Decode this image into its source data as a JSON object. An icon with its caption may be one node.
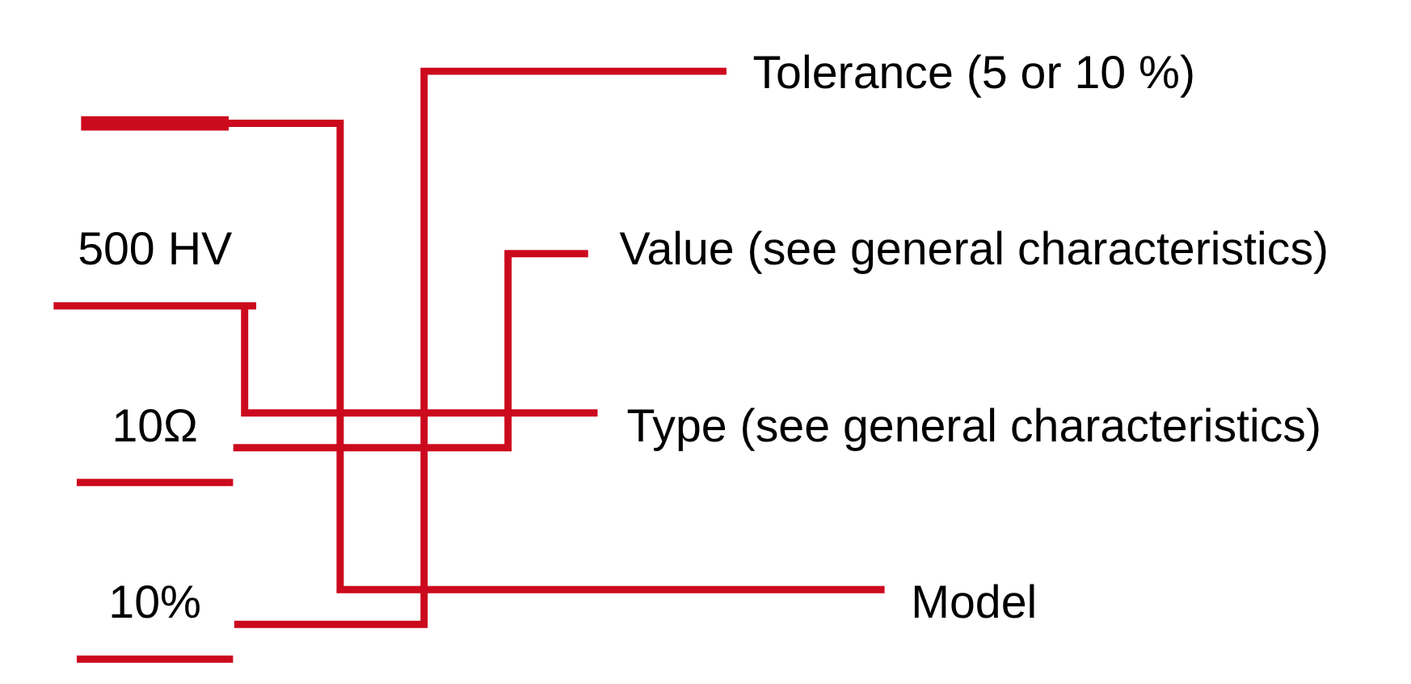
{
  "diagram": {
    "nodes": [
      {
        "text": [],
        "shape": "bar"
      },
      {
        "text": [
          "500 HV"
        ]
      },
      {
        "text": [
          "10Ω"
        ]
      },
      {
        "text": [
          "10%"
        ]
      },
      {
        "text": [
          "Tolerance (5 or 10 %)"
        ]
      },
      {
        "text": [
          "Value (see general characteristics)"
        ]
      },
      {
        "text": [
          "Type (see general characteristics)"
        ]
      },
      {
        "text": [
          "Model"
        ]
      }
    ],
    "edges": [
      {
        "from": 0,
        "to": 7,
        "arrow": "none"
      },
      {
        "from": 1,
        "to": 6,
        "arrow": "none"
      },
      {
        "from": 2,
        "to": 5,
        "arrow": "none"
      },
      {
        "from": 3,
        "to": 4,
        "arrow": "none"
      }
    ]
  }
}
